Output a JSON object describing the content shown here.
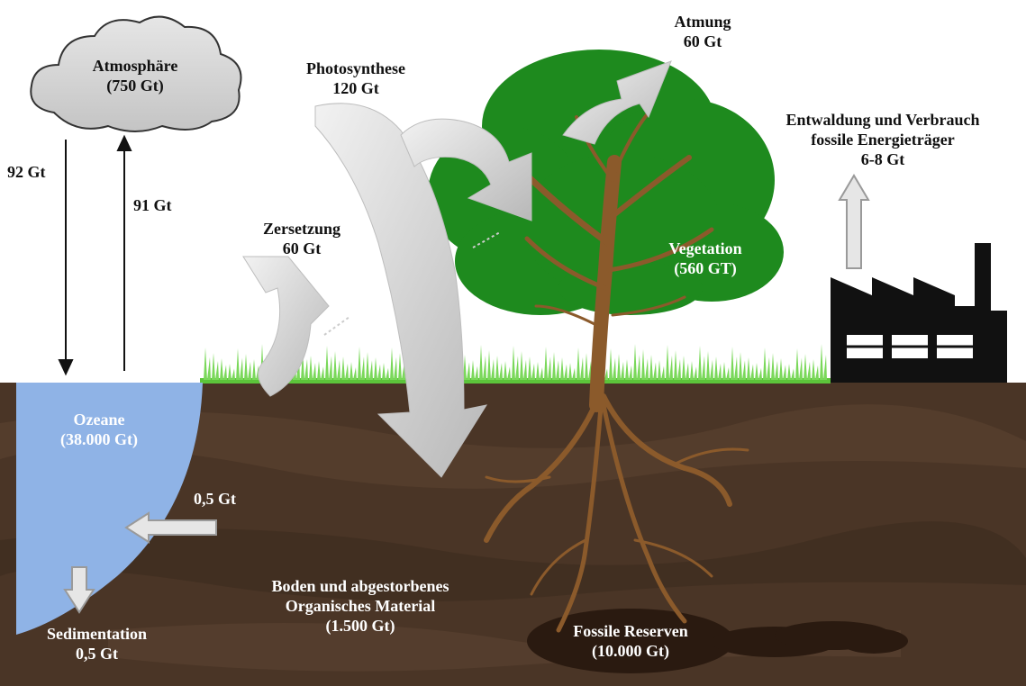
{
  "atmosphere": {
    "name": "Atmosphäre",
    "amount": "(750 Gt)"
  },
  "ocean_to_atm": "92 Gt",
  "atm_to_ocean": "91 Gt",
  "photosynthesis": {
    "name": "Photosynthese",
    "amount": "120 Gt"
  },
  "respiration": {
    "name": "Atmung",
    "amount": "60 Gt"
  },
  "decomposition": {
    "name": "Zersetzung",
    "amount": "60 Gt"
  },
  "vegetation": {
    "name": "Vegetation",
    "amount": "(560 GT)"
  },
  "emissions": {
    "line1": "Entwaldung und Verbrauch",
    "line2": "fossile Energieträger",
    "amount": "6-8 Gt"
  },
  "ocean": {
    "name": "Ozeane",
    "amount": "(38.000 Gt)"
  },
  "soil_to_ocean": "0,5 Gt",
  "soil": {
    "line1": "Boden und abgestorbenes",
    "line2": "Organisches Material",
    "amount": "(1.500 Gt)"
  },
  "sedimentation": {
    "name": "Sedimentation",
    "amount": "0,5 Gt"
  },
  "fossil": {
    "name": "Fossile Reserven",
    "amount": "(10.000 Gt)"
  },
  "colors": {
    "ocean": "#8fb3e6",
    "soil": "#4a3526",
    "foliage": "#1e8a1e",
    "trunk": "#8b5a2b",
    "grass": "#5cc43a",
    "factory": "#111111",
    "arrow": "#d8d8d8"
  }
}
